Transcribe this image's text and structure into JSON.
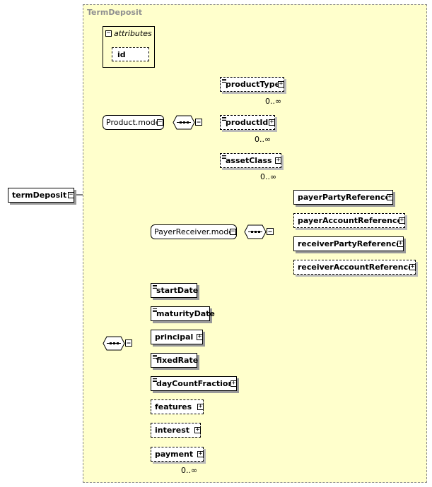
{
  "type_name": "TermDeposit",
  "root": {
    "name": "termDeposit"
  },
  "attributes": {
    "label": "attributes",
    "items": [
      "id"
    ]
  },
  "product_model": {
    "label": "Product.model",
    "children": [
      {
        "name": "productType",
        "card": "0..∞"
      },
      {
        "name": "productId",
        "card": "0..∞"
      },
      {
        "name": "assetClass",
        "card": "0..∞"
      }
    ]
  },
  "payer_receiver": {
    "label": "PayerReceiver.model",
    "children": [
      {
        "name": "payerPartyReference"
      },
      {
        "name": "payerAccountReference"
      },
      {
        "name": "receiverPartyReference"
      },
      {
        "name": "receiverAccountReference"
      }
    ]
  },
  "elements": [
    {
      "name": "startDate"
    },
    {
      "name": "maturityDate"
    },
    {
      "name": "principal"
    },
    {
      "name": "fixedRate"
    },
    {
      "name": "dayCountFraction"
    },
    {
      "name": "features"
    },
    {
      "name": "interest"
    },
    {
      "name": "payment",
      "card": "0..∞"
    }
  ],
  "icons": {
    "expand": "plus-box-icon",
    "collapse": "minus-box-icon",
    "sequence": "sequence-compositor-icon"
  }
}
